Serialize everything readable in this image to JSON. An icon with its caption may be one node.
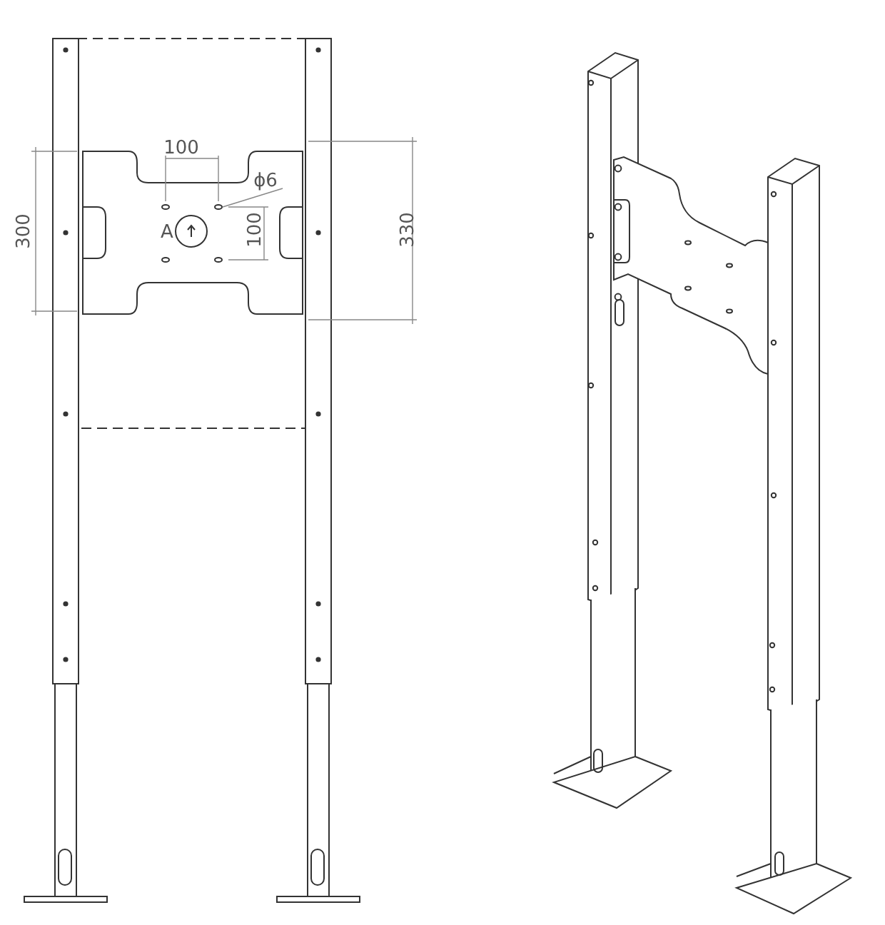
{
  "diagram": {
    "labels": [
      "100",
      "ϕ6",
      "300",
      "A",
      "100",
      "330"
    ]
  }
}
